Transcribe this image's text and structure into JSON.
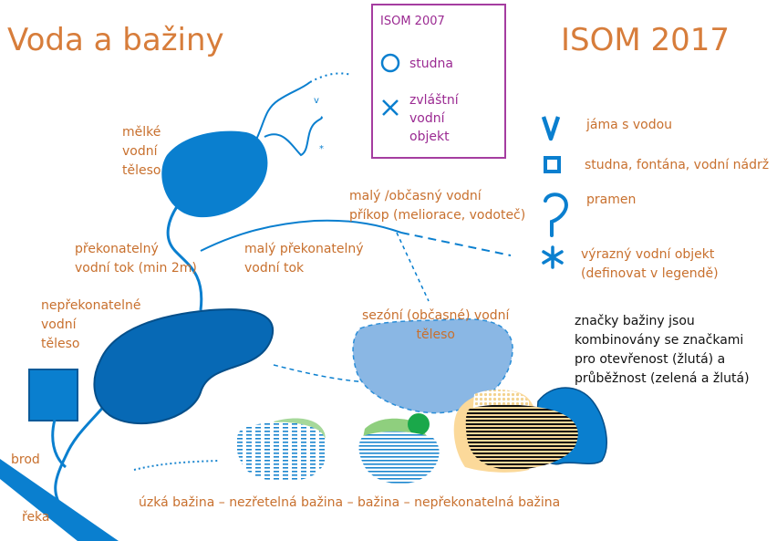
{
  "titles": {
    "left": "Voda a bažiny",
    "right": "ISOM 2017"
  },
  "legend_2007": {
    "heading": "ISOM 2007",
    "items": [
      {
        "symbol": "circle",
        "label_lines": [
          "studna"
        ]
      },
      {
        "symbol": "cross",
        "label_lines": [
          "zvláštní",
          "vodní",
          "objekt"
        ]
      }
    ]
  },
  "isom2017_symbols": [
    {
      "symbol": "v-pit-icon",
      "label_lines": [
        "jáma s vodou"
      ]
    },
    {
      "symbol": "square-icon",
      "label_lines": [
        "studna, fontána, vodní nádrž"
      ]
    },
    {
      "symbol": "spring-icon",
      "label_lines": [
        "pramen"
      ]
    },
    {
      "symbol": "asterisk-icon",
      "label_lines": [
        "výrazný vodní objekt",
        "(definovat v legendě)"
      ]
    }
  ],
  "labels": {
    "shallow_water": [
      "mělké",
      "vodní",
      "těleso"
    ],
    "crossable_watercourse": [
      "překonatelný",
      "vodní tok (min 2m)"
    ],
    "small_crossable_watercourse": [
      "malý překonatelný",
      "vodní tok"
    ],
    "small_ditch": [
      "malý /občasný vodní",
      "příkop (meliorace, vodoteč)"
    ],
    "uncrossable_water": [
      "nepřekonatelné",
      "vodní",
      "těleso"
    ],
    "seasonal_water": [
      "sezóní (občasné) vodní",
      "těleso"
    ],
    "marsh_note": [
      "značky bažiny jsou",
      "kombinovány se značkami",
      "pro otevřenost (žlutá) a",
      "průběžnost (zelená a žlutá)"
    ],
    "ford": "brod",
    "river": "řeka"
  },
  "marsh_row": [
    "úzká bažina",
    "–",
    "nezřetelná bažina",
    "–",
    "bažina",
    "–",
    "nepřekonatelná bažina"
  ],
  "colors": {
    "water_blue": "#0a7fcf",
    "dark_blue": "#0769b5",
    "light_blue": "#8ab7e4",
    "orange_text": "#c8702e",
    "purple": "#9b2a92",
    "green": "#1aa84a",
    "light_green": "#a6d89a",
    "yellow": "#fbd99a"
  }
}
